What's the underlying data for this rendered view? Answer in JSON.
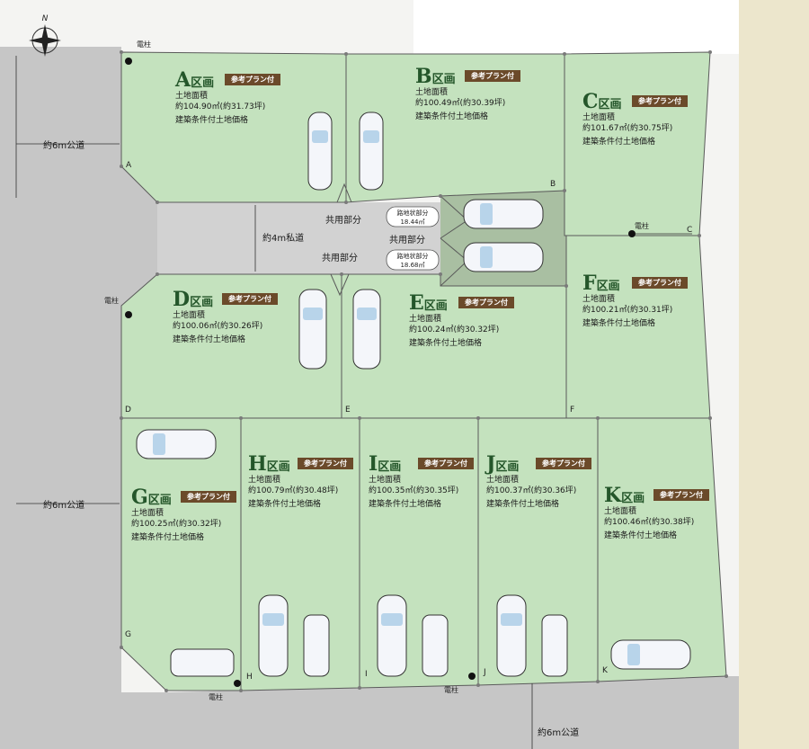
{
  "compass": {
    "north": "N"
  },
  "badge_text": "参考プラン付",
  "colors": {
    "lot": "#c4e2be",
    "road": "#c6c6c6",
    "shared": "#a9bfa2",
    "line": "#5a5a5a",
    "badge": "#6b4a2a",
    "title": "#24562a"
  },
  "lots": [
    {
      "letter": "A",
      "suffix": "区画",
      "area_label": "土地面積",
      "area": "約104.90㎡(約31.73坪)",
      "condition": "建築条件付土地価格",
      "corner": "A"
    },
    {
      "letter": "B",
      "suffix": "区画",
      "area_label": "土地面積",
      "area": "約100.49㎡(約30.39坪)",
      "condition": "建築条件付土地価格",
      "corner": "B"
    },
    {
      "letter": "C",
      "suffix": "区画",
      "area_label": "土地面積",
      "area": "約101.67㎡(約30.75坪)",
      "condition": "建築条件付土地価格",
      "corner": "C"
    },
    {
      "letter": "D",
      "suffix": "区画",
      "area_label": "土地面積",
      "area": "約100.06㎡(約30.26坪)",
      "condition": "建築条件付土地価格",
      "corner": "D"
    },
    {
      "letter": "E",
      "suffix": "区画",
      "area_label": "土地面積",
      "area": "約100.24㎡(約30.32坪)",
      "condition": "建築条件付土地価格",
      "corner": "E"
    },
    {
      "letter": "F",
      "suffix": "区画",
      "area_label": "土地面積",
      "area": "約100.21㎡(約30.31坪)",
      "condition": "建築条件付土地価格",
      "corner": "F"
    },
    {
      "letter": "G",
      "suffix": "区画",
      "area_label": "土地面積",
      "area": "約100.25㎡(約30.32坪)",
      "condition": "建築条件付土地価格",
      "corner": "G"
    },
    {
      "letter": "H",
      "suffix": "区画",
      "area_label": "土地面積",
      "area": "約100.79㎡(約30.48坪)",
      "condition": "建築条件付土地価格",
      "corner": "H"
    },
    {
      "letter": "I",
      "suffix": "区画",
      "area_label": "土地面積",
      "area": "約100.35㎡(約30.35坪)",
      "condition": "建築条件付土地価格",
      "corner": "I"
    },
    {
      "letter": "J",
      "suffix": "区画",
      "area_label": "土地面積",
      "area": "約100.37㎡(約30.36坪)",
      "condition": "建築条件付土地価格",
      "corner": "J"
    },
    {
      "letter": "K",
      "suffix": "区画",
      "area_label": "土地面積",
      "area": "約100.46㎡(約30.38坪)",
      "condition": "建築条件付土地価格",
      "corner": "K"
    }
  ],
  "roads": {
    "west_top": "約6m公道",
    "west_bottom": "約6m公道",
    "south": "約6m公道",
    "private": "約4m私道"
  },
  "shared": {
    "label": "共用部分",
    "area1": "路地状部分",
    "area1_size": "18.44㎡",
    "area2": "路地状部分",
    "area2_size": "18.68㎡"
  },
  "pole": "電柱"
}
